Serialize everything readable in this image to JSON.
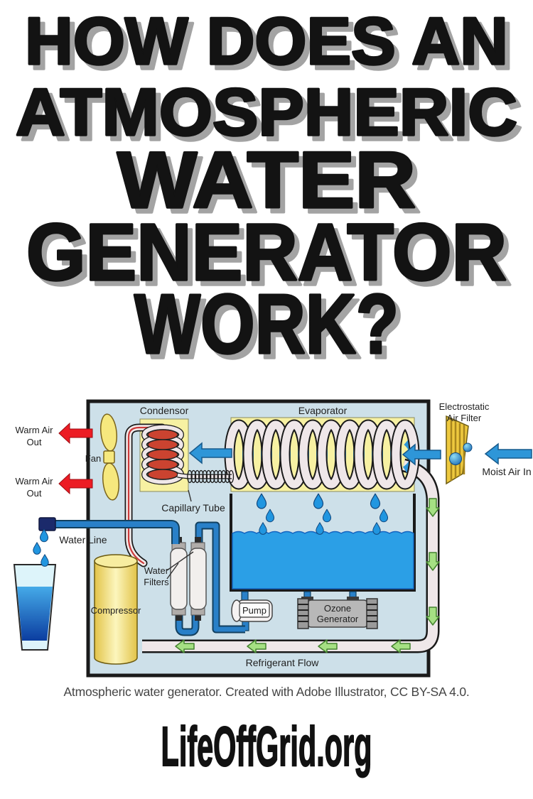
{
  "title": {
    "line1": "HOW DOES AN",
    "line2": "ATMOSPHERIC",
    "line3": "WATER",
    "line4": "GENERATOR",
    "line5": "WORK?"
  },
  "diagram": {
    "component_labels": {
      "condenser": "Condensor",
      "evaporator": "Evaporator",
      "electrostatic_filter": {
        "line1": "Electrostatic",
        "line2": "Air Filter"
      },
      "fan": "Fan",
      "capillary_tube": "Capillary Tube",
      "water_line": "Water Line",
      "water_filters": {
        "line1": "Water",
        "line2": "Filters"
      },
      "compressor": "Compressor",
      "pump": "Pump",
      "ozone_generator": {
        "line1": "Ozone",
        "line2": "Generator"
      }
    },
    "flow_labels": {
      "warm_air_out": {
        "line1": "Warm Air",
        "line2": "Out"
      },
      "moist_air_in": "Moist Air In",
      "refrigerant_flow": "Refrigerant Flow"
    },
    "colors": {
      "background": "#ffffff",
      "title_text": "#131313",
      "title_shadow": "#a3a3a3",
      "diagram_background": "#cde0e9",
      "component_panel_yellow": "#f7f1a2",
      "machine_yellow": "#f6e87e",
      "warm_air_red": "#ec1c24",
      "air_blue": "#2e96d8",
      "water_blue": "#2196e0",
      "pipe_blue": "#2980c8",
      "refrigerant_pipe": "#efe7e9",
      "refrigerant_green": "#a5e083",
      "condenser_coil_red": "#cb4330",
      "filter_gold": "#eec93f",
      "caption_text": "#444444",
      "brand_text": "#111111"
    }
  },
  "caption": "Atmospheric water generator. Created with Adobe Illustrator, CC BY-SA 4.0.",
  "brand": "LifeOffGrid.org"
}
